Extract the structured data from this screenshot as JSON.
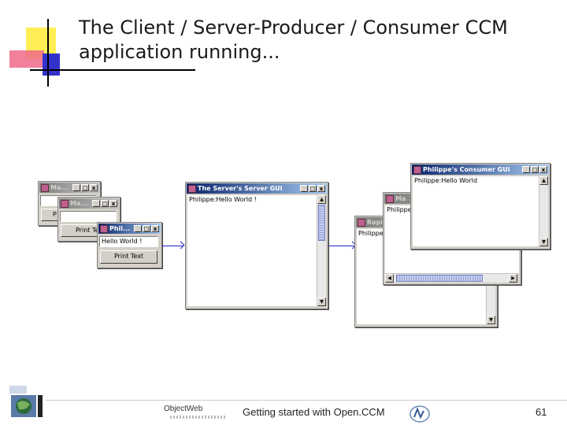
{
  "slide": {
    "title": "The Client / Server-Producer / Consumer CCM application running...",
    "footer_text": "Getting started with Open.CCM",
    "page_number": "61"
  },
  "logos": {
    "objectweb": "ObjectWeb"
  },
  "window_controls": {
    "minimize": "_",
    "maximize": "□",
    "close": "x"
  },
  "clients": {
    "client1": {
      "title": "Ma...",
      "button_partial": "P"
    },
    "client2": {
      "title": "Ma...",
      "button_partial": "Print Te"
    },
    "client3": {
      "title": "Phil...",
      "input_value": "Hello World !",
      "button_label": "Print Text"
    }
  },
  "server": {
    "title": "The Server's Server GUI",
    "text": "Philippe:Hello World !"
  },
  "consumers": {
    "back": {
      "title": "Rapi",
      "text": "Philippe"
    },
    "middle": {
      "title": "Ma",
      "text": "Philippe"
    },
    "front": {
      "title": "Philippe's Consumer GUI",
      "text": "Philippe:Hello World"
    }
  },
  "colors": {
    "arrow": "#2020c0",
    "title_deco_yellow": "#ffee55",
    "title_deco_blue": "#3333cc",
    "title_deco_red": "#f06a8a"
  }
}
